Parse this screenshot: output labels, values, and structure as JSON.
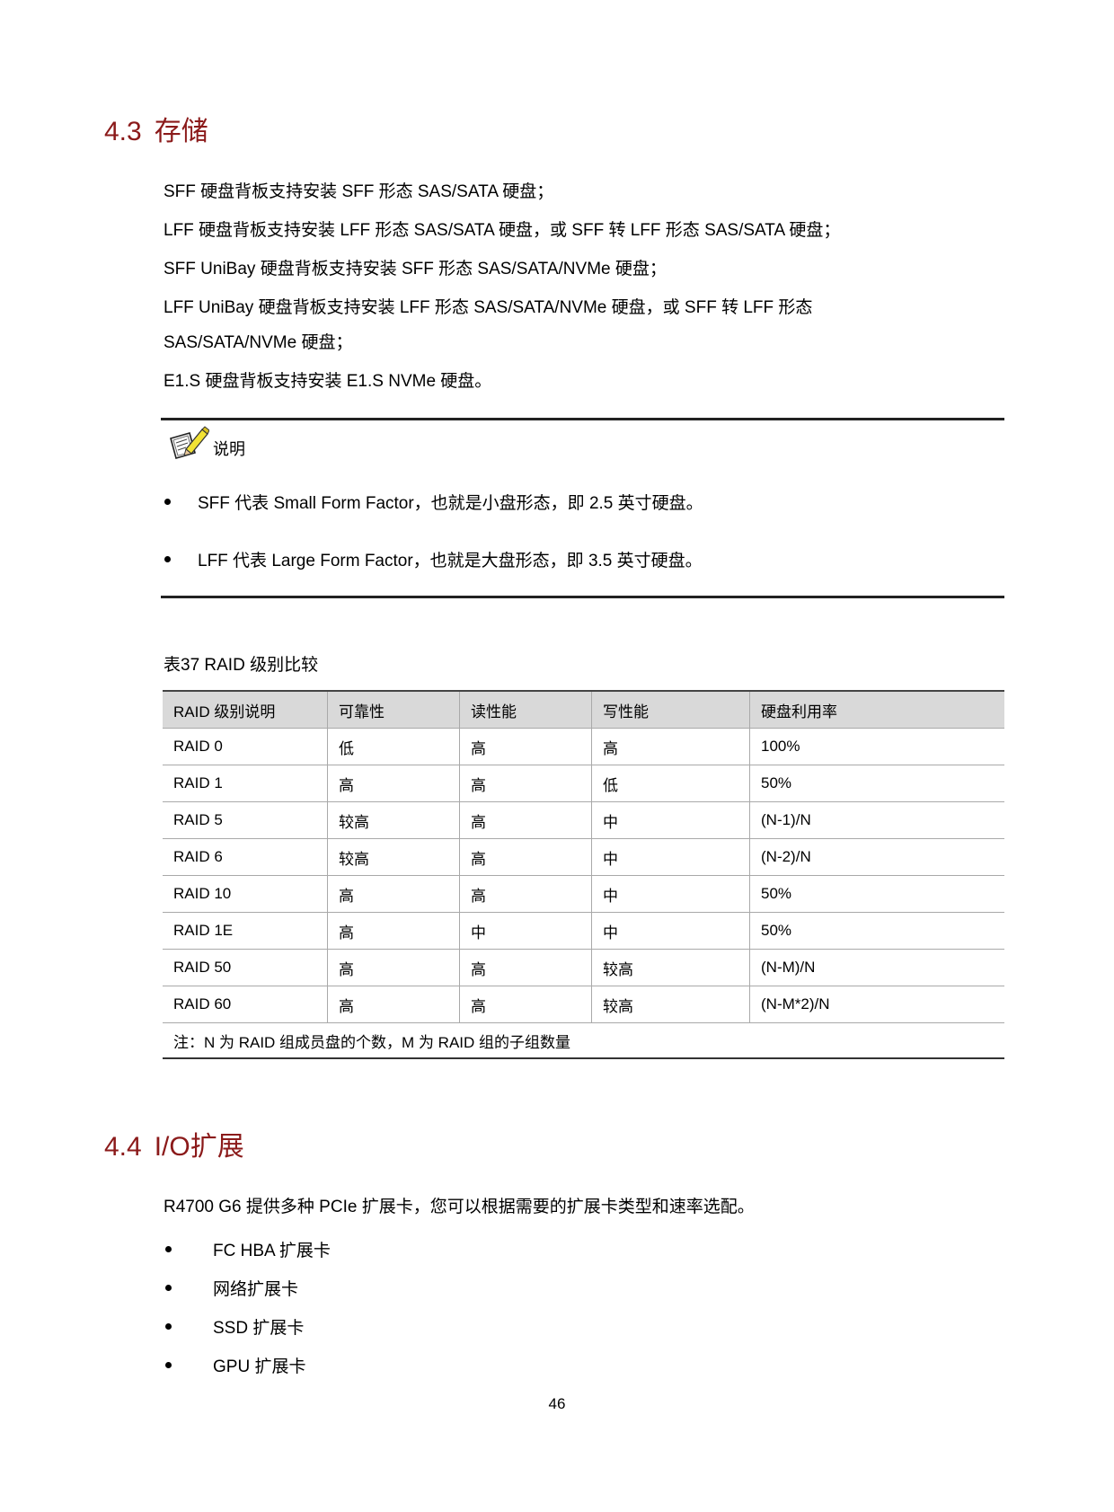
{
  "sections": [
    {
      "number": "4.3",
      "title": "存储",
      "paragraphs": [
        "SFF 硬盘背板支持安装 SFF 形态 SAS/SATA 硬盘；",
        "LFF 硬盘背板支持安装 LFF 形态 SAS/SATA 硬盘，或 SFF 转 LFF 形态 SAS/SATA 硬盘；",
        "SFF UniBay 硬盘背板支持安装 SFF 形态 SAS/SATA/NVMe 硬盘；",
        "LFF UniBay 硬盘背板支持安装 LFF 形态 SAS/SATA/NVMe 硬盘，或 SFF 转 LFF 形态",
        "SAS/SATA/NVMe 硬盘；",
        "E1.S 硬盘背板支持安装 E1.S NVMe 硬盘。"
      ],
      "note": {
        "icon": "note-pencil-icon",
        "label": "说明",
        "items": [
          "SFF 代表 Small Form Factor，也就是小盘形态，即 2.5 英寸硬盘。",
          "LFF 代表 Large Form Factor，也就是大盘形态，即 3.5 英寸硬盘。"
        ]
      },
      "table": {
        "caption": "表37 RAID 级别比较",
        "headers": [
          "RAID 级别说明",
          "可靠性",
          "读性能",
          "写性能",
          "硬盘利用率"
        ],
        "rows": [
          [
            "RAID 0",
            "低",
            "高",
            "高",
            "100%"
          ],
          [
            "RAID 1",
            "高",
            "高",
            "低",
            "50%"
          ],
          [
            "RAID 5",
            "较高",
            "高",
            "中",
            "(N-1)/N"
          ],
          [
            "RAID 6",
            "较高",
            "高",
            "中",
            "(N-2)/N"
          ],
          [
            "RAID 10",
            "高",
            "高",
            "中",
            "50%"
          ],
          [
            "RAID 1E",
            "高",
            "中",
            "中",
            "50%"
          ],
          [
            "RAID 50",
            "高",
            "高",
            "较高",
            "(N-M)/N"
          ],
          [
            "RAID 60",
            "高",
            "高",
            "较高",
            "(N-M*2)/N"
          ]
        ],
        "footnote": "注：N 为 RAID 组成员盘的个数，M 为 RAID 组的子组数量"
      }
    },
    {
      "number": "4.4",
      "title": "I/O扩展",
      "intro": "R4700 G6 提供多种 PCIe 扩展卡，您可以根据需要的扩展卡类型和速率选配。",
      "items": [
        "FC HBA 扩展卡",
        "网络扩展卡",
        "SSD 扩展卡",
        "GPU 扩展卡"
      ]
    }
  ],
  "page_number": "46",
  "colors": {
    "heading": "#8b1a1a",
    "table_header_bg": "#d9d9d9",
    "table_border": "#a9a9a9"
  }
}
